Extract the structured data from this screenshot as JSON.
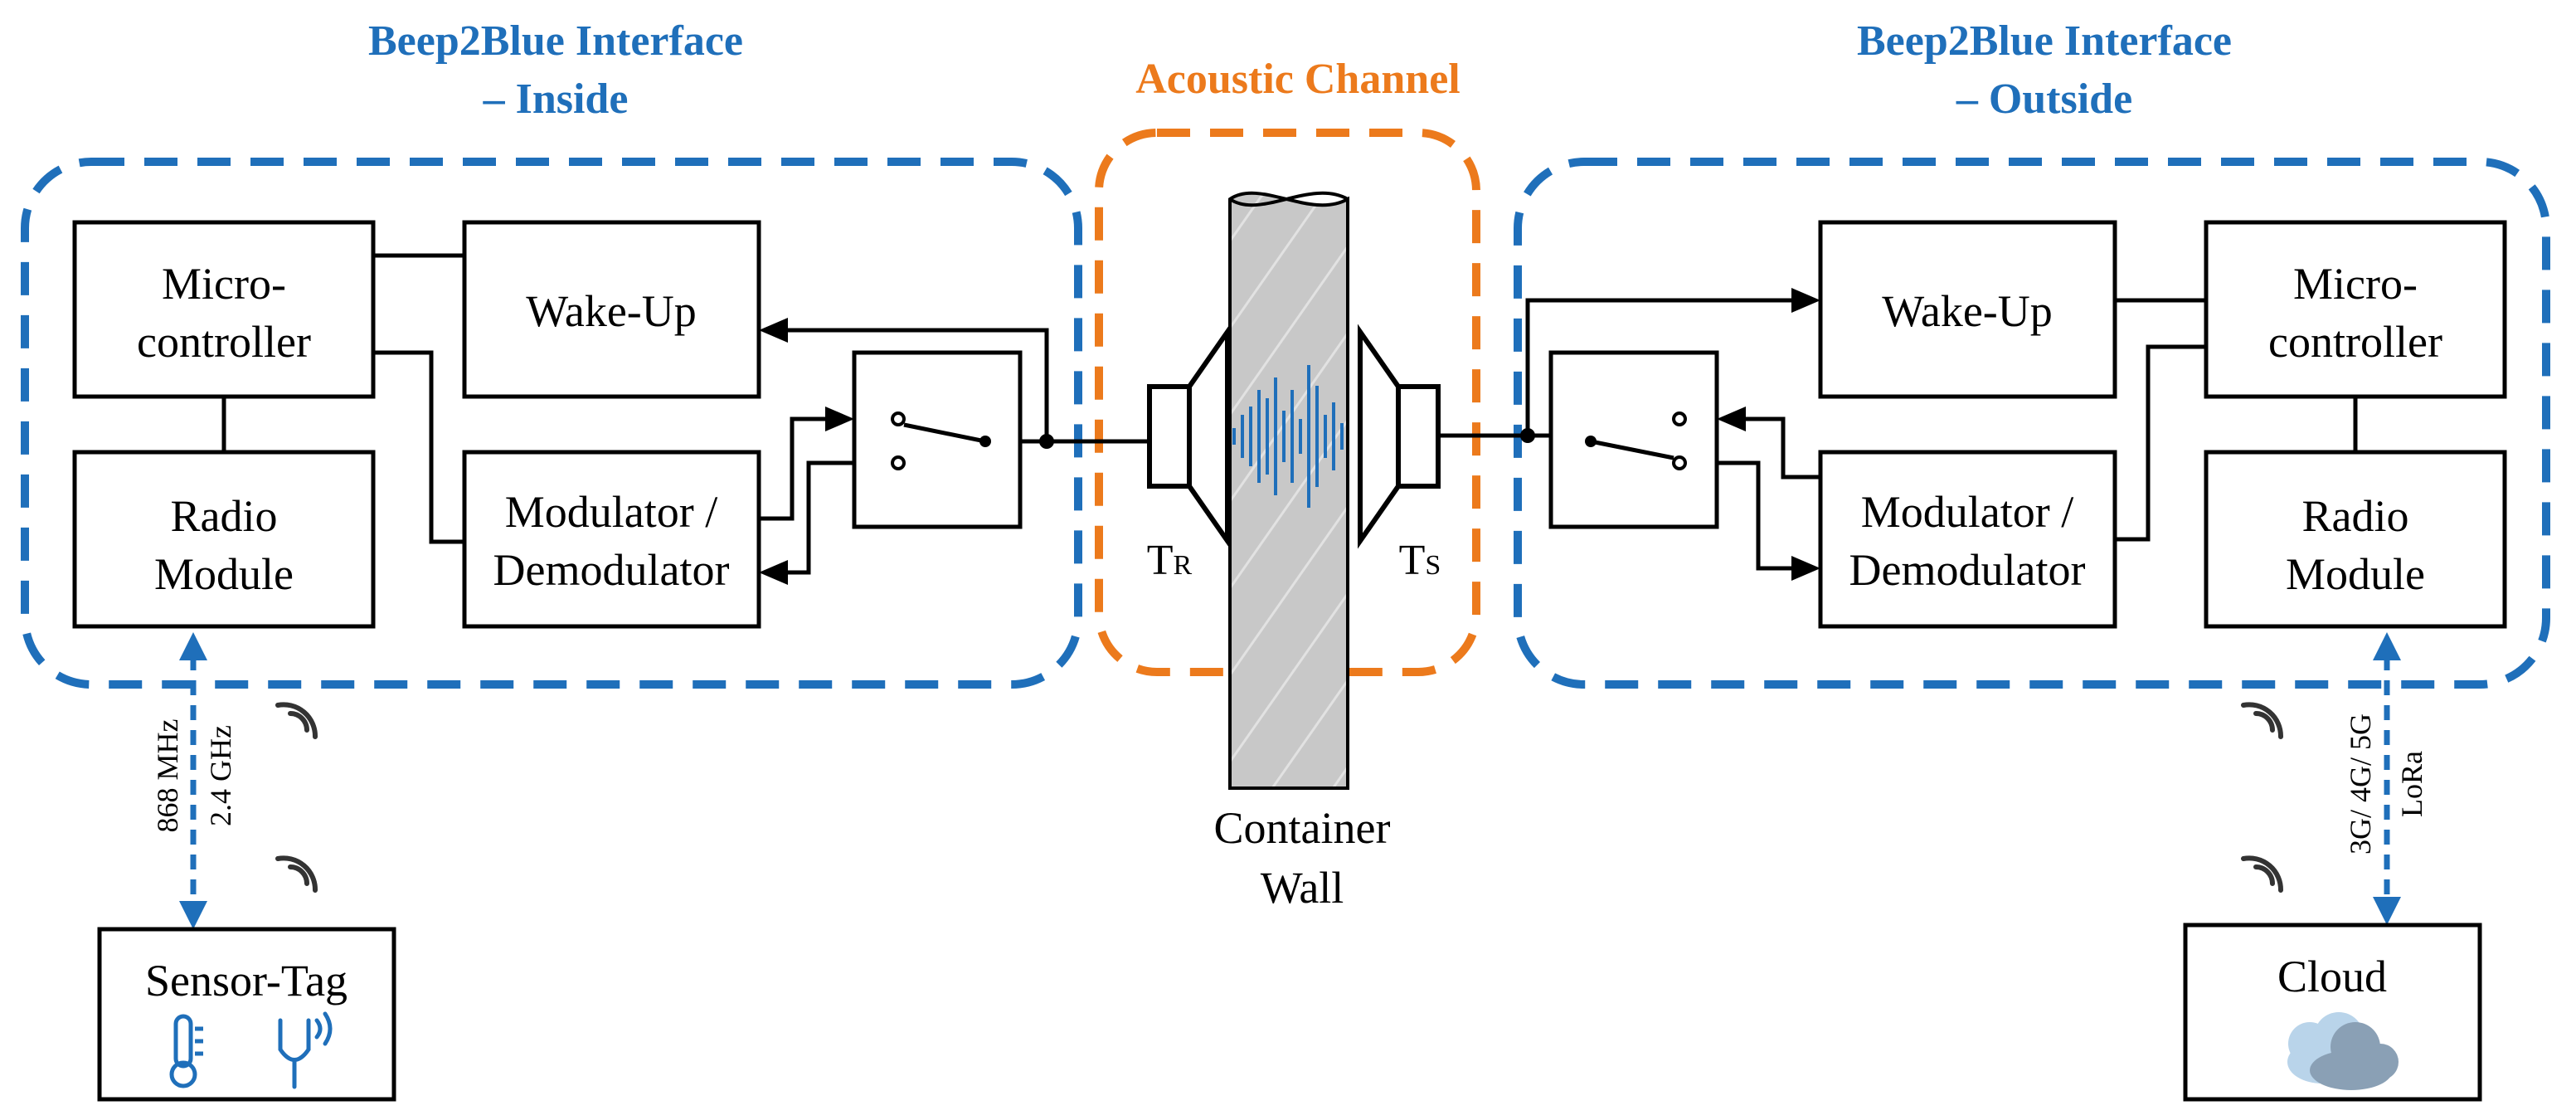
{
  "colors": {
    "inside_blue": "#1f6fba",
    "channel_orange": "#ec7a1c",
    "wall_gray": "#c8c8c8",
    "wave_blue": "#1f6fba",
    "cloud_blue": "#9fc3e0"
  },
  "inside": {
    "title_line1": "Beep2Blue Interface",
    "title_line2": "– Inside",
    "microcontroller_line1": "Micro-",
    "microcontroller_line2": "controller",
    "wakeup": "Wake-Up",
    "radio_line1": "Radio",
    "radio_line2": "Module",
    "modulator_line1": "Modulator /",
    "modulator_line2": "Demodulator",
    "transducer_main": "T",
    "transducer_sub": "R",
    "freq_line1": "868 MHz",
    "freq_line2": "2.4 GHz"
  },
  "outside": {
    "title_line1": "Beep2Blue Interface",
    "title_line2": "– Outside",
    "microcontroller_line1": "Micro-",
    "microcontroller_line2": "controller",
    "wakeup": "Wake-Up",
    "radio_line1": "Radio",
    "radio_line2": "Module",
    "modulator_line1": "Modulator /",
    "modulator_line2": "Demodulator",
    "transducer_main": "T",
    "transducer_sub": "S",
    "freq_line1": "3G/ 4G/ 5G",
    "freq_line2": "LoRa"
  },
  "channel": {
    "title": "Acoustic Channel",
    "wall_line1": "Container",
    "wall_line2": "Wall"
  },
  "sensor_tag": {
    "label": "Sensor-Tag",
    "icons": [
      "thermometer-icon",
      "vibration-icon"
    ]
  },
  "cloud": {
    "label": "Cloud",
    "icon": "cloud-icon"
  }
}
